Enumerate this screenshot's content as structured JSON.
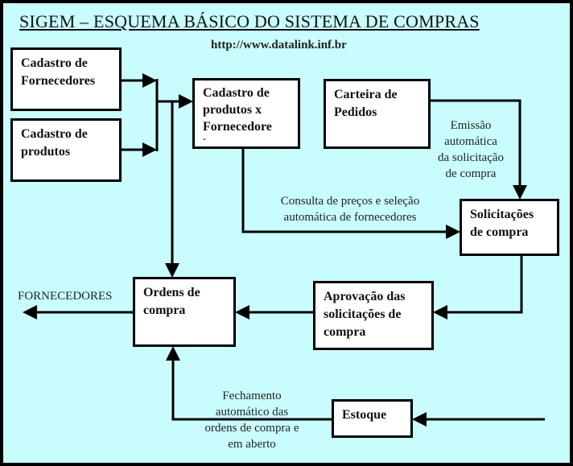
{
  "title": "SIGEM – ESQUEMA BÁSICO DO SISTEMA DE COMPRAS",
  "url": "http://www.datalink.inf.br",
  "colors": {
    "background": "#c9fdfd",
    "box": "#ffffff",
    "line": "#000000"
  },
  "boxes": {
    "cadastro_fornecedores": [
      "Cadastro de",
      "Fornecedores"
    ],
    "cadastro_produtos": [
      "Cadastro de",
      "produtos"
    ],
    "produtos_x_fornecedores": [
      "Cadastro de",
      "produtos x",
      "Fornecedore",
      "-"
    ],
    "carteira_pedidos": [
      "Carteira de",
      "Pedidos"
    ],
    "solicitacoes": [
      "Solicitações",
      "de compra"
    ],
    "ordens": [
      "Ordens de",
      "compra"
    ],
    "aprovacao": [
      "Aprovação das",
      "solicitações de",
      "compra"
    ],
    "estoque": [
      "Estoque"
    ]
  },
  "labels": {
    "emissao": [
      "Emissão",
      "automática",
      "da solicitação",
      "de compra"
    ],
    "consulta": [
      "Consulta de preços e seleção",
      "automática de fornecedores"
    ],
    "fornecedores": "FORNECEDORES",
    "fechamento": [
      "Fechamento",
      "automático das",
      "ordens de compra e",
      "em aberto"
    ]
  }
}
